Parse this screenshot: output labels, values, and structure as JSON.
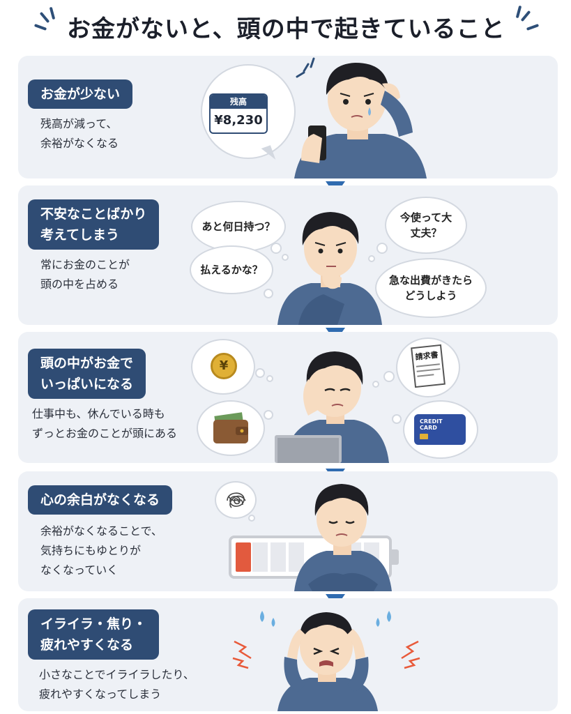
{
  "title": "お金がないと、頭の中で起きていること",
  "colors": {
    "badge": "#2f4c74",
    "panel": "#eef1f6",
    "arrow": "#2f6bb0",
    "person_shirt": "#4d6a92",
    "hair": "#1f1f24"
  },
  "steps": [
    {
      "badge_lines": [
        "お金が少ない"
      ],
      "desc_lines": [
        "残高が減って、",
        "余裕がなくなる"
      ],
      "illustration": {
        "card_header": "残高",
        "card_amount": "¥8,230",
        "icons": [
          "phone-icon",
          "worried-person-icon"
        ]
      }
    },
    {
      "badge_lines": [
        "不安なことばかり",
        "考えてしまう"
      ],
      "desc_lines": [
        "常にお金のことが",
        "頭の中を占める"
      ],
      "illustration": {
        "thoughts": [
          "あと何日持つ？",
          "払えるかな？",
          "今使って大丈夫？",
          "急な出費がきたらどうしよう"
        ],
        "icons": [
          "thinking-person-icon"
        ]
      }
    },
    {
      "badge_lines": [
        "頭の中がお金で",
        "いっぱいになる"
      ],
      "desc_lines": [
        "仕事中も、休んでいる時も",
        "ずっとお金のことが頭にある"
      ],
      "illustration": {
        "coin_label": "¥",
        "invoice_label": "請求書",
        "card_label": "CREDIT CARD",
        "icons": [
          "coin-icon",
          "wallet-icon",
          "invoice-icon",
          "credit-card-icon",
          "laptop-icon"
        ]
      }
    },
    {
      "badge_lines": [
        "心の余白がなくなる"
      ],
      "desc_lines": [
        "余裕がなくなることで、",
        "気持ちにもゆとりが",
        "なくなっていく"
      ],
      "illustration": {
        "battery_level": 0.1,
        "icons": [
          "tangled-thought-icon",
          "low-battery-icon"
        ]
      }
    },
    {
      "badge_lines": [
        "イライラ・焦り・",
        "疲れやすくなる"
      ],
      "desc_lines": [
        "小さなことでイライラしたり、",
        "疲れやすくなってしまう"
      ],
      "illustration": {
        "icons": [
          "stressed-person-icon",
          "sweat-drops-icon",
          "lightning-icon"
        ]
      }
    }
  ]
}
